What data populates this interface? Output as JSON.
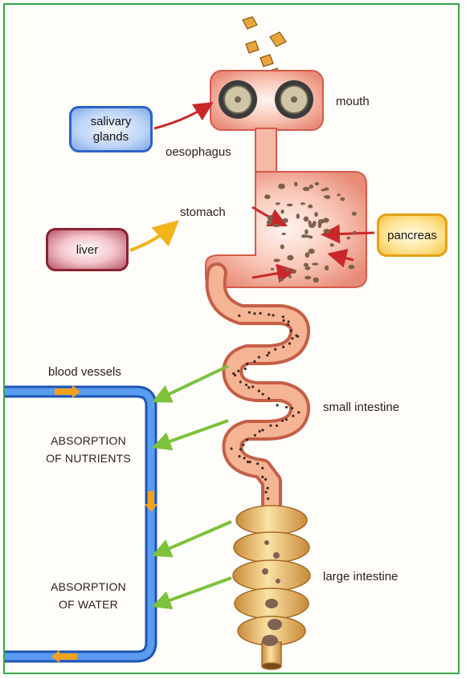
{
  "labels": {
    "mouth": "mouth",
    "oesophagus": "oesophagus",
    "stomach": "stomach",
    "salivary_glands": "salivary glands",
    "liver": "liver",
    "pancreas": "pancreas",
    "blood_vessels": "blood vessels",
    "small_intestine": "small intestine",
    "large_intestine": "large intestine",
    "absorption_nutrients_line1": "ABSORPTION",
    "absorption_nutrients_line2": "OF NUTRIENTS",
    "absorption_water_line1": "ABSORPTION",
    "absorption_water_line2": "OF WATER"
  },
  "colors": {
    "frame_border": "#3aa64a",
    "blood_vessel": "#3f7fd8",
    "absorption_arrow": "#7cc23a",
    "enzyme_arrow": "#c8282a",
    "flow_arrow": "#f3a21b",
    "gut_fill": "#f6b7a6",
    "gut_outline": "#d55a4b",
    "large_intestine": "#e9b46c"
  }
}
